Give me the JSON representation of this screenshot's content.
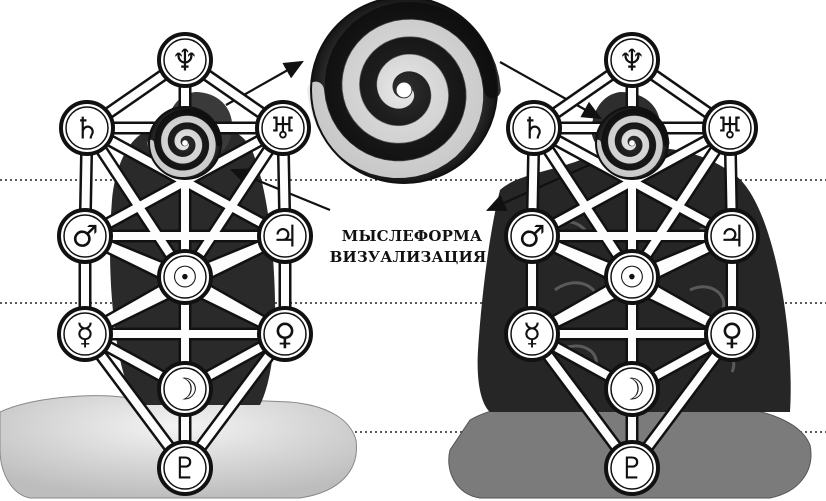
{
  "diagram": {
    "caption_line1": "МЫСЛЕФОРМА",
    "caption_line2": "ВИЗУАЛИЗАЦИЯ",
    "figures": [
      {
        "name": "left-figure",
        "nodes": [
          {
            "key": "neptune",
            "glyph": "♆",
            "icon": "neptune-icon"
          },
          {
            "key": "saturn",
            "glyph": "♄",
            "icon": "saturn-icon"
          },
          {
            "key": "uranus",
            "glyph": "♅",
            "icon": "uranus-icon"
          },
          {
            "key": "mars",
            "glyph": "♂",
            "icon": "mars-icon"
          },
          {
            "key": "jupiter",
            "glyph": "♃",
            "icon": "jupiter-icon"
          },
          {
            "key": "sun",
            "glyph": "☉",
            "icon": "sun-icon"
          },
          {
            "key": "mercury",
            "glyph": "☿",
            "icon": "mercury-icon"
          },
          {
            "key": "venus",
            "glyph": "♀",
            "icon": "venus-icon"
          },
          {
            "key": "moon",
            "glyph": "☽",
            "icon": "moon-icon"
          },
          {
            "key": "pluto",
            "glyph": "♇",
            "icon": "pluto-icon"
          }
        ]
      },
      {
        "name": "right-figure",
        "nodes": [
          {
            "key": "neptune",
            "glyph": "♆",
            "icon": "neptune-icon"
          },
          {
            "key": "saturn",
            "glyph": "♄",
            "icon": "saturn-icon"
          },
          {
            "key": "uranus",
            "glyph": "♅",
            "icon": "uranus-icon"
          },
          {
            "key": "mars",
            "glyph": "♂",
            "icon": "mars-icon"
          },
          {
            "key": "jupiter",
            "glyph": "♃",
            "icon": "jupiter-icon"
          },
          {
            "key": "sun",
            "glyph": "☉",
            "icon": "sun-icon"
          },
          {
            "key": "mercury",
            "glyph": "☿",
            "icon": "mercury-icon"
          },
          {
            "key": "venus",
            "glyph": "♀",
            "icon": "venus-icon"
          },
          {
            "key": "moon",
            "glyph": "☽",
            "icon": "moon-icon"
          },
          {
            "key": "pluto",
            "glyph": "♇",
            "icon": "pluto-icon"
          }
        ]
      }
    ],
    "colors": {
      "ink": "#111111",
      "background": "#ffffff",
      "body_shadow": "#2a2a2a",
      "cloth": "#d9d9d9"
    }
  }
}
